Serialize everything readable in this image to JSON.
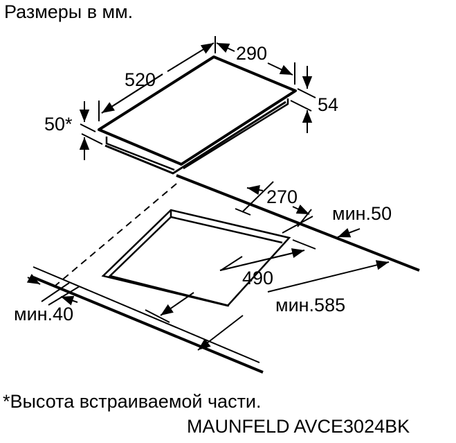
{
  "header": {
    "title": "Размеры в мм."
  },
  "footer": {
    "footnote": "*Высота встраиваемой части.",
    "model": "MAUNFELD AVCE3024BK"
  },
  "hob_dimensions": {
    "length": "520",
    "width": "290",
    "total_height": "54",
    "built_in_height": "50*"
  },
  "cutout_dimensions": {
    "width": "270",
    "length": "490",
    "min_back_gap": "мин.50",
    "min_front_gap": "мин.40",
    "min_depth": "мин.585"
  },
  "colors": {
    "line": "#000000",
    "background": "#ffffff"
  }
}
